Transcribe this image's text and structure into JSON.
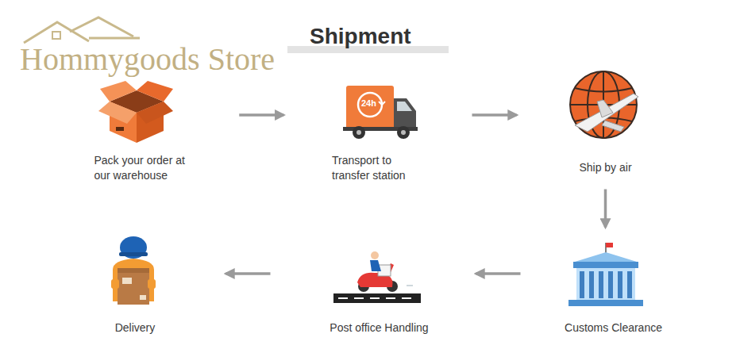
{
  "diagram": {
    "title": "Shipment",
    "nodes": [
      {
        "text": [
          "Pack your order at our warehouse"
        ]
      },
      {
        "text": [
          "Transport to transfer station"
        ]
      },
      {
        "text": [
          "Ship by air"
        ]
      },
      {
        "text": [
          "Delivery"
        ]
      },
      {
        "text": [
          "Post office Handling"
        ]
      },
      {
        "text": [
          "Customs Clearance"
        ]
      }
    ],
    "edges": [
      {
        "from": 0,
        "to": 1,
        "arrow": "to"
      },
      {
        "from": 1,
        "to": 2,
        "arrow": "to"
      },
      {
        "from": 2,
        "to": 5,
        "arrow": "to"
      },
      {
        "from": 5,
        "to": 4,
        "arrow": "to"
      },
      {
        "from": 4,
        "to": 3,
        "arrow": "to"
      }
    ],
    "labels": [
      "Hommygoods Store",
      "24h"
    ]
  }
}
